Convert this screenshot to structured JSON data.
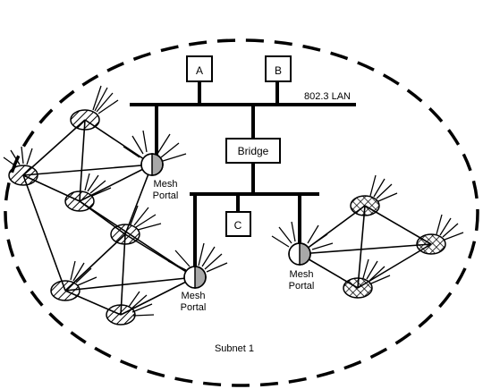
{
  "labels": {
    "a": "A",
    "b": "B",
    "c": "C",
    "lan": "802.3 LAN",
    "bridge": "Bridge",
    "mesh_portal_line1": "Mesh",
    "mesh_portal_line2": "Portal",
    "subnet": "Subnet 1"
  },
  "colors": {
    "line": "#000000",
    "portal_fill": "#a8a8a8",
    "hatch": "#000000"
  },
  "icons": {
    "mesh_point": "hatched-ellipse-node",
    "mesh_ap": "crosshatched-ellipse-node",
    "mesh_portal": "half-shaded-circle-node",
    "antenna": "antenna-spray-icon"
  }
}
